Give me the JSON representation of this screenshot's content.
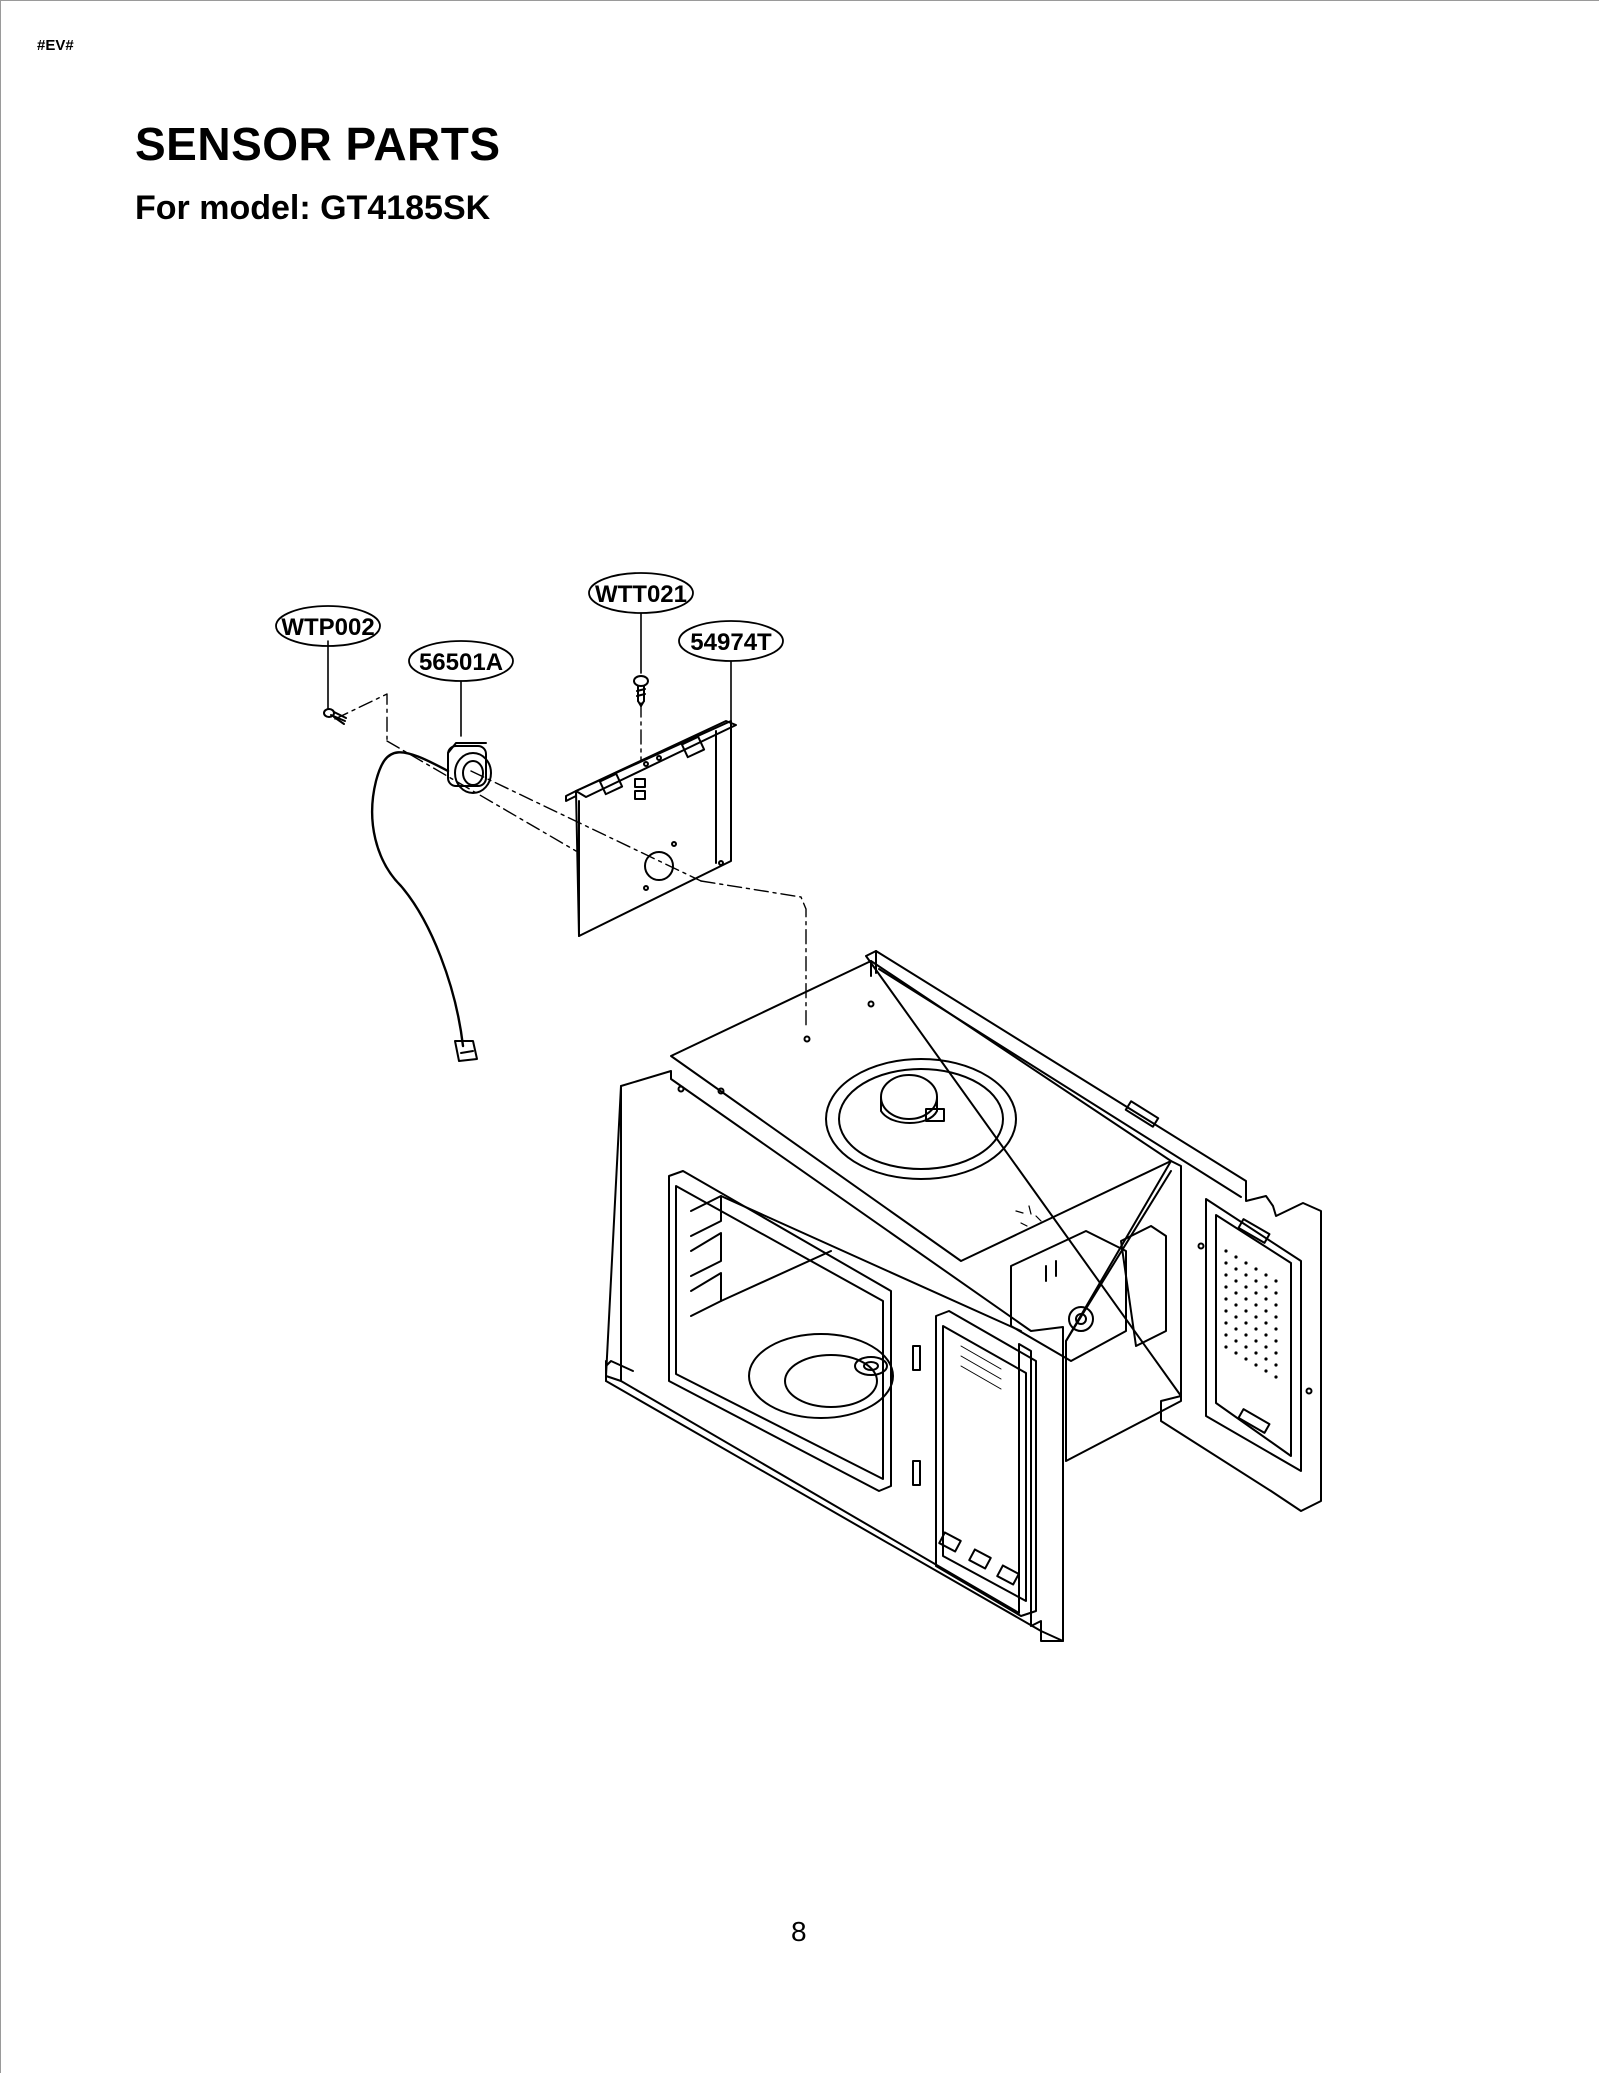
{
  "header": {
    "doc_code": "#EV#",
    "title": "SENSOR PARTS",
    "subtitle": "For model: GT4185SK"
  },
  "callouts": [
    {
      "id": "wtp002",
      "label": "WTP002"
    },
    {
      "id": "56501a",
      "label": "56501A"
    },
    {
      "id": "wtt021",
      "label": "WTT021"
    },
    {
      "id": "54974t",
      "label": "54974T"
    }
  ],
  "footer": {
    "page_number": "8"
  },
  "colors": {
    "ink": "#000000",
    "paper": "#ffffff"
  }
}
